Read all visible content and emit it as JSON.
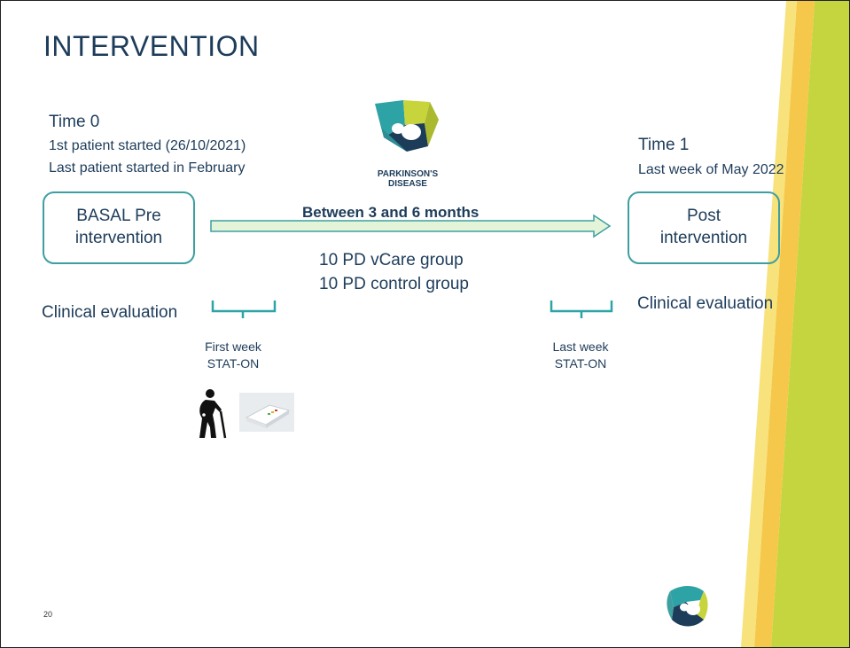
{
  "title": "INTERVENTION",
  "time0": {
    "heading": "Time 0",
    "line1": "1st patient started (26/10/2021)",
    "line2": "Last patient started in February"
  },
  "time1": {
    "heading": "Time 1",
    "line1": "Last week of May 2022"
  },
  "logo": {
    "line1": "PARKINSON'S",
    "line2": "DISEASE"
  },
  "boxes": {
    "basal": "BASAL Pre\nintervention",
    "post": "Post\nintervention"
  },
  "duration": "Between 3 and 6 months",
  "groups": [
    "10 PD  vCare group",
    "10 PD control group"
  ],
  "clinical": {
    "left": "Clinical evaluation",
    "right": "Clinical evaluation"
  },
  "first_week": {
    "line1": "First week",
    "line2": "STAT-ON"
  },
  "last_week": {
    "line1": "Last week",
    "line2": "STAT-ON"
  },
  "slide_number": "20",
  "colors": {
    "accent_teal": "#3e9fa1",
    "text_navy": "#1d3c5a",
    "stripe_green": "#c5d53f",
    "stripe_yellow": "#f5c84c",
    "arrow_fill": "#e4f4d9"
  }
}
